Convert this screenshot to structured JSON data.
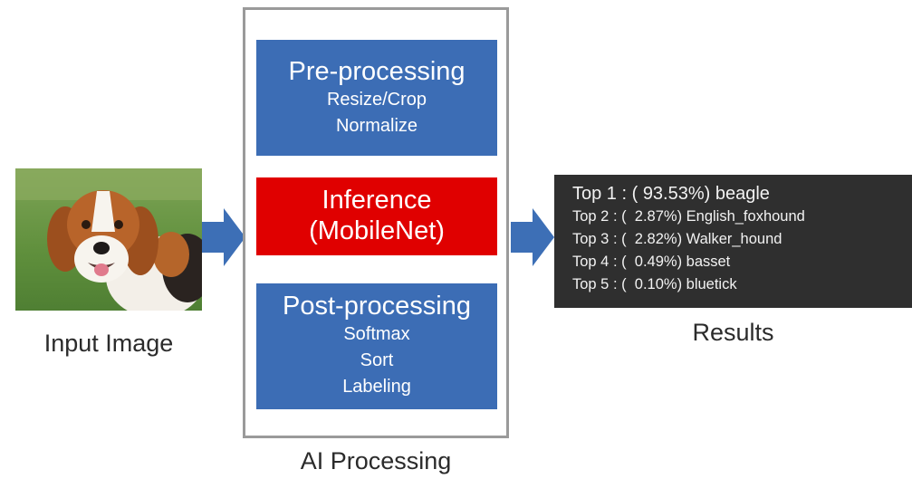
{
  "input": {
    "caption": "Input Image"
  },
  "processing": {
    "caption": "AI Processing",
    "pre": {
      "title": "Pre-processing",
      "steps": [
        "Resize/Crop",
        "Normalize"
      ]
    },
    "inference": {
      "title": "Inference",
      "model": "(MobileNet)"
    },
    "post": {
      "title": "Post-processing",
      "steps": [
        "Softmax",
        "Sort",
        "Labeling"
      ]
    }
  },
  "results": {
    "caption": "Results",
    "rows": [
      "Top 1 : ( 93.53%) beagle",
      "Top 2 : (  2.87%) English_foxhound",
      "Top 3 : (  2.82%) Walker_hound",
      "Top 4 : (  0.49%) basset",
      "Top 5 : (  0.10%) bluetick"
    ]
  },
  "colors": {
    "blue_block": "#3c6db5",
    "red_block": "#e00000",
    "arrow": "#3d6fb6",
    "results_bg": "#2f2f2f",
    "frame": "#9a9a9a"
  }
}
